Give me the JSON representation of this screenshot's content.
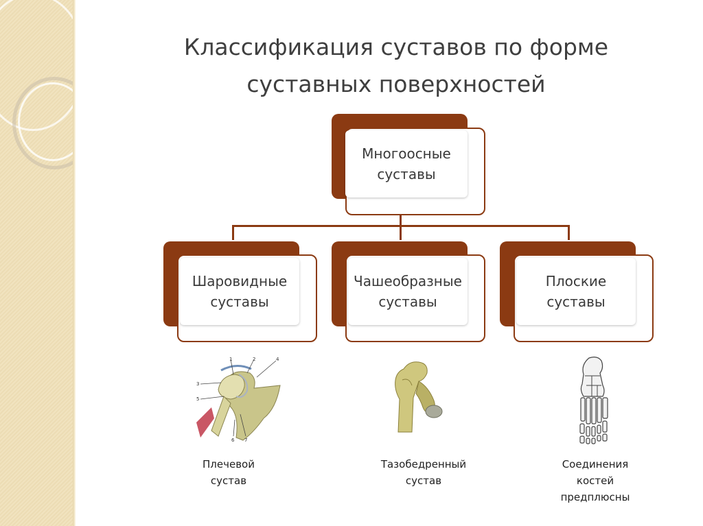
{
  "title": {
    "line1": "Классификация суставов по форме",
    "line2": "суставных поверхностей"
  },
  "root": {
    "line1": "Многоосные",
    "line2": "суставы"
  },
  "children": [
    {
      "line1": "Шаровидные",
      "line2": "суставы"
    },
    {
      "line1": "Чашеобразные",
      "line2": "суставы"
    },
    {
      "line1": "Плоские",
      "line2": "суставы"
    }
  ],
  "captions": [
    {
      "line1": "Плечевой",
      "line2": "сустав",
      "line3": ""
    },
    {
      "line1": "Тазобедренный",
      "line2": "сустав",
      "line3": ""
    },
    {
      "line1": "Соединения",
      "line2": "костей",
      "line3": "предплюсны"
    }
  ],
  "illustration_labels": [
    "1",
    "2",
    "3",
    "4",
    "5",
    "6",
    "7"
  ],
  "colors": {
    "accent": "#8b3a12",
    "text": "#3a3a3a",
    "sidebar": "#ecdcb4"
  }
}
